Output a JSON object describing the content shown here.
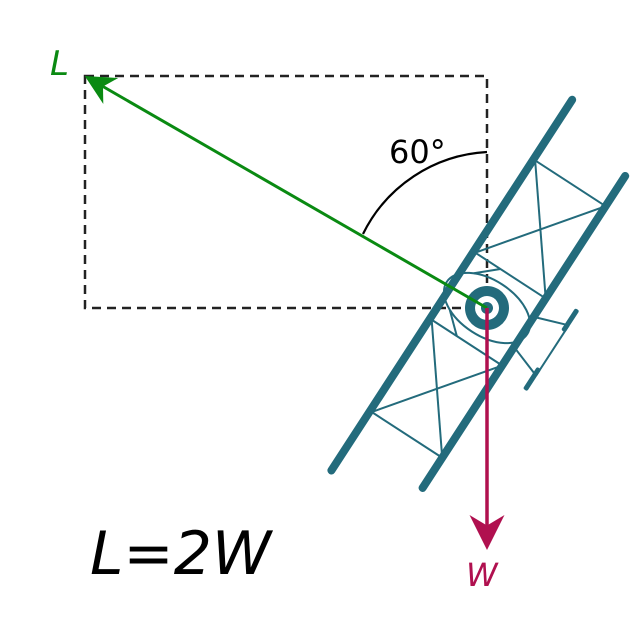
{
  "labels": {
    "lift": "L",
    "weight": "W",
    "angle": "60°",
    "equation": "L=2W"
  },
  "colors": {
    "lift": "#0a8a12",
    "weight": "#b0104f",
    "aircraft": "#236b7c",
    "dashed": "#222222",
    "angle_arc": "#000000",
    "text": "#000000"
  },
  "icons": {
    "aircraft": "biplane-icon"
  }
}
